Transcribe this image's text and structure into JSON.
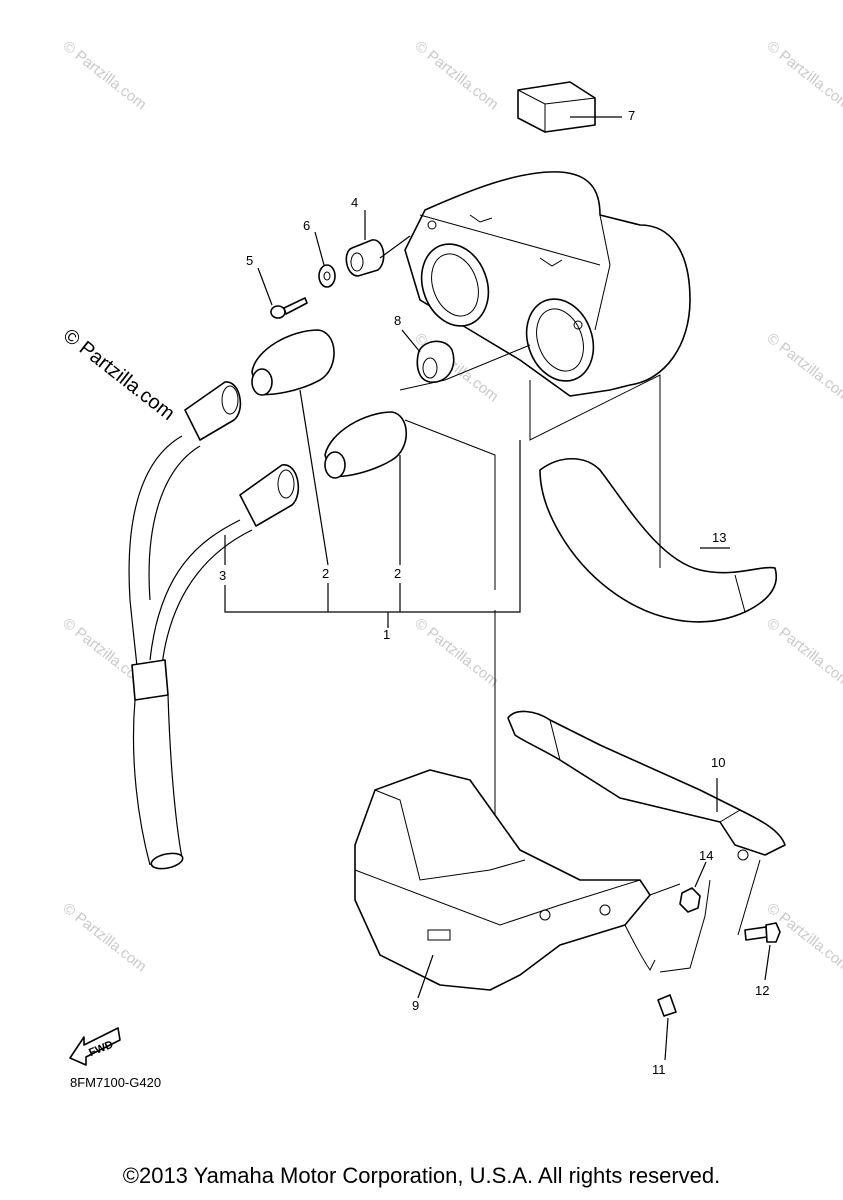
{
  "watermark": {
    "text": "© Partzilla.com",
    "prominent_text": "© Partzilla.com"
  },
  "callouts": [
    "1",
    "2",
    "2",
    "3",
    "4",
    "5",
    "6",
    "7",
    "8",
    "9",
    "10",
    "11",
    "12",
    "13",
    "14"
  ],
  "fwd_label": "FWD",
  "drawing_code": "8FM7100-G420",
  "copyright": "©2013 Yamaha Motor Corporation, U.S.A. All rights reserved."
}
